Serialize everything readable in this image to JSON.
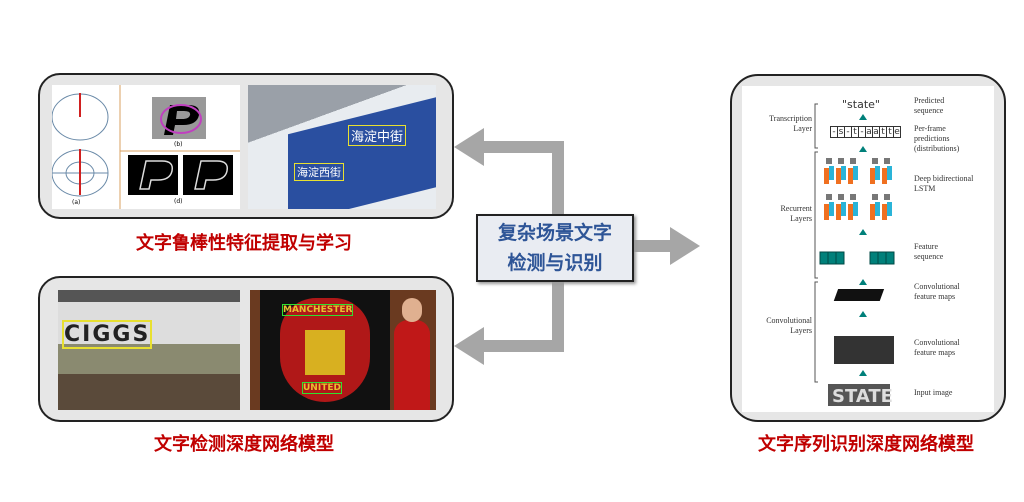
{
  "center_box": {
    "line1": "复杂场景文字",
    "line2": "检测与识别"
  },
  "captions": {
    "top_left": "文字鲁棒性特征提取与学习",
    "bottom_left": "文字检测深度网络模型",
    "right": "文字序列识别深度网络模型"
  },
  "top_left_panel": {
    "subfig_labels": [
      "(a)",
      "(b)",
      "(d)"
    ],
    "sign_text": [
      "海淀中街",
      "海淀西街"
    ]
  },
  "bottom_left_panel": {
    "store_sign": "CIGGS",
    "crest_top": "MANCHESTER",
    "crest_bottom": "UNITED"
  },
  "crnn": {
    "predicted": "\"state\"",
    "frames": [
      "-",
      "s",
      "-",
      "t",
      "-",
      "a",
      "a",
      "t",
      "t",
      "e"
    ],
    "left_labels": {
      "transcription": "Transcription Layer",
      "recurrent": "Recurrent Layers",
      "convolutional": "Convolutional Layers"
    },
    "right_labels": {
      "predicted": "Predicted sequence",
      "per_frame": "Per-frame predictions (distributions)",
      "lstm": "Deep bidirectional LSTM",
      "feature_seq": "Feature sequence",
      "conv1": "Convolutional feature maps",
      "conv2": "Convolutional feature maps",
      "input": "Input image"
    },
    "input_word": "STATE"
  },
  "colors": {
    "caption": "#c00000",
    "center_text": "#2e5597",
    "arrow": "#a6a6a6",
    "teal": "#00807a",
    "orange": "#f07020",
    "cyan": "#2ab4d8"
  }
}
